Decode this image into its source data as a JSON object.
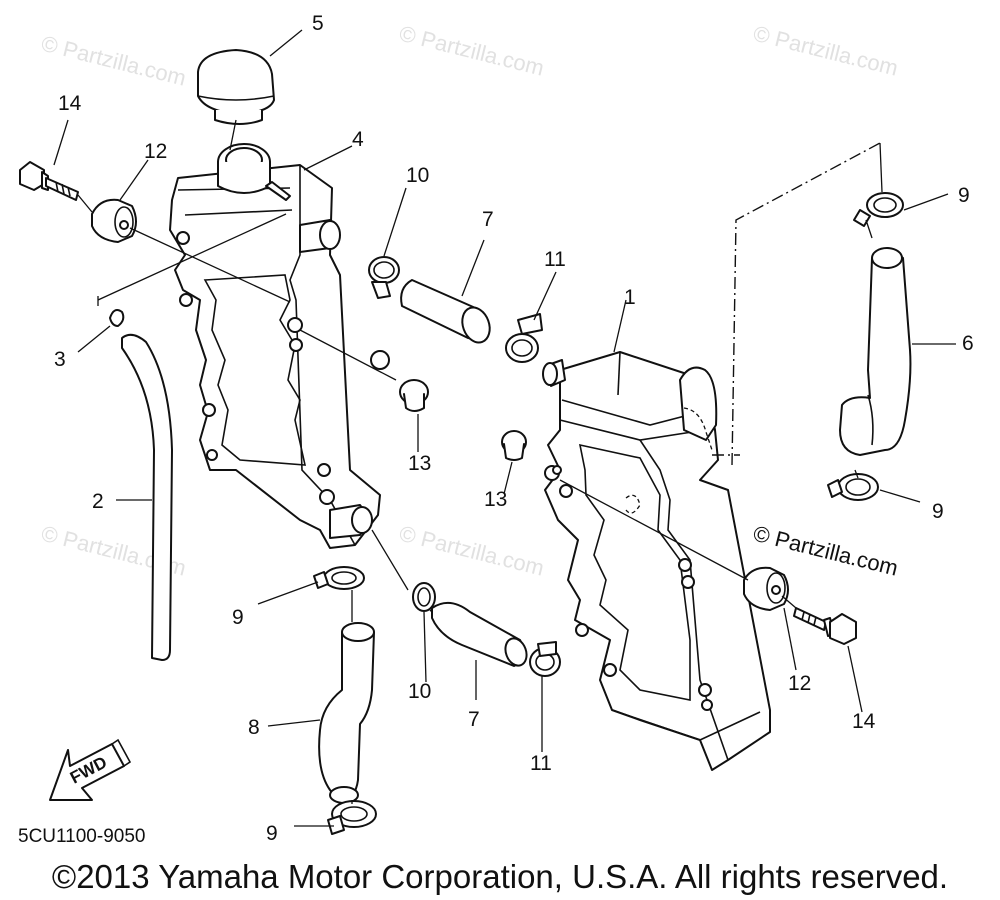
{
  "diagram": {
    "reference_code": "5CU1100-9050",
    "copyright": "©2013 Yamaha Motor Corporation, U.S.A. All rights reserved.",
    "fwd_label": "FWD",
    "watermarks": [
      "© Partzilla.com",
      "© Partzilla.com",
      "© Partzilla.com",
      "© Partzilla.com",
      "© Partzilla.com",
      "© Partzilla.com"
    ],
    "corner_watermark": "© Partzilla.com",
    "callouts": [
      "14",
      "12",
      "5",
      "4",
      "10",
      "7",
      "11",
      "1",
      "9",
      "6",
      "3",
      "13",
      "13",
      "2",
      "9",
      "12",
      "9",
      "10",
      "7",
      "11",
      "14",
      "8",
      "9"
    ]
  }
}
